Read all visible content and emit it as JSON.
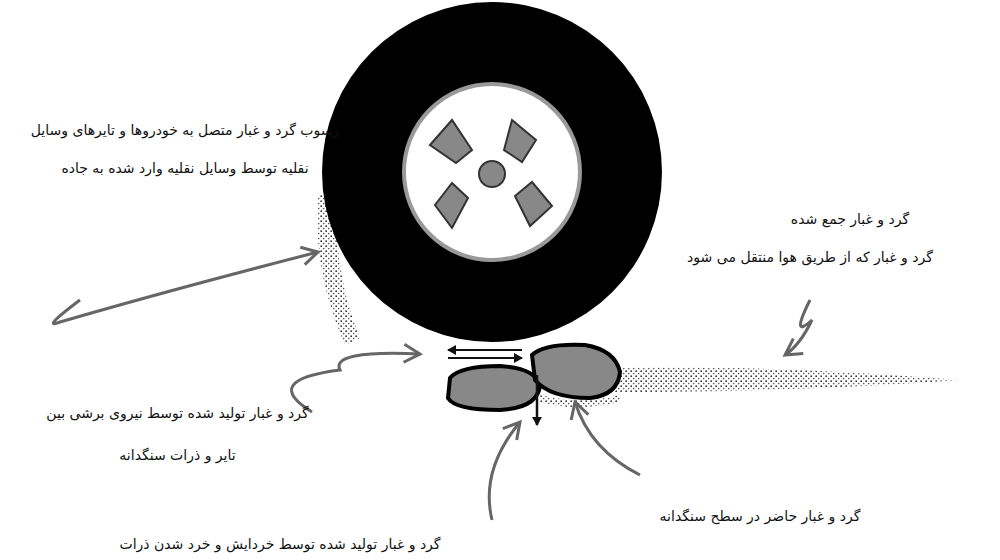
{
  "diagram": {
    "labels": [
      "رسوب گرد و غبار متصل به خودروها و تایرهای وسایل نقلیه توسط وسایل نقلیه وارد شده به جاده",
      "گرد و غبار جمع شده",
      "گرد و غبار که از طریق هوا منتقل می شود",
      "گرد و غبار تولید شده توسط نیروی برشی بین تایر و ذرات سنگدانه",
      "گرد و غبار حاضر در سطح سنگدانه",
      "گرد و غبار تولید شده توسط خردایش و خرد شدن ذرات"
    ]
  }
}
